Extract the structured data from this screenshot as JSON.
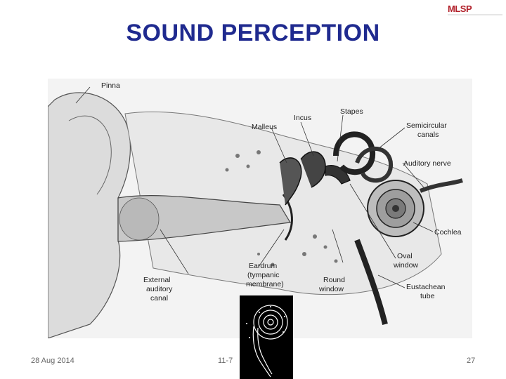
{
  "slide": {
    "title": "SOUND PERCEPTION",
    "logo_text": "MLSP",
    "footer_date": "28 Aug 2014",
    "footer_code": "11-7",
    "page_number": "27"
  },
  "diagram": {
    "labels": {
      "pinna": "Pinna",
      "incus": "Incus",
      "stapes": "Stapes",
      "malleus": "Malleus",
      "semicircular_1": "Semicircular",
      "semicircular_2": "canals",
      "auditory_nerve": "Auditory nerve",
      "cochlea": "Cochlea",
      "oval_1": "Oval",
      "oval_2": "window",
      "eardrum_1": "Eardrum",
      "eardrum_2": "(tympanic",
      "eardrum_3": "membrane)",
      "external_1": "External",
      "external_2": "auditory",
      "external_3": "canal",
      "round_1": "Round",
      "round_2": "window",
      "eustachean_1": "Eustachean",
      "eustachean_2": "tube"
    }
  },
  "colors": {
    "title": "#1f2a8f",
    "logo": "#b1202a"
  }
}
